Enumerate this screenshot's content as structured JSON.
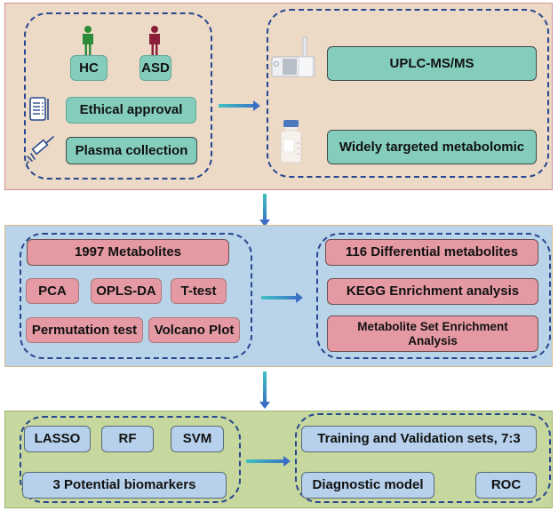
{
  "colors": {
    "stage1_bg": "#ecd9c6",
    "stage2_bg": "#b9d3e8",
    "stage3_bg": "#c6d89e",
    "teal_box": "#84cdbd",
    "pink_box": "#e59aa3",
    "blue_box": "#b7d1ec",
    "dashed_border": "#26478f",
    "hc_figure": "#2e8b3a",
    "asd_figure": "#8b1f3a",
    "arrow": "#3a78c8"
  },
  "stage1": {
    "left": {
      "groups": [
        {
          "label": "HC",
          "icon": "person-icon-green"
        },
        {
          "label": "ASD",
          "icon": "person-icon-red"
        }
      ],
      "ethical_approval": "Ethical approval",
      "plasma_collection": "Plasma collection",
      "icons": [
        "clipboard-icon",
        "syringe-icon"
      ]
    },
    "right": {
      "uplc": "UPLC-MS/MS",
      "metabolomic": "Widely targeted metabolomic",
      "icons": [
        "mass-spectrometer-icon",
        "sample-bottle-icon"
      ]
    }
  },
  "stage2": {
    "left": {
      "metabolites": "1997 Metabolites",
      "methods_row1": [
        "PCA",
        "OPLS-DA",
        "T-test"
      ],
      "methods_row2": [
        "Permutation test",
        "Volcano Plot"
      ]
    },
    "right": {
      "differential": "116 Differential metabolites",
      "kegg": "KEGG Enrichment analysis",
      "msea": "Metabolite Set Enrichment Analysis"
    }
  },
  "stage3": {
    "left": {
      "algorithms": [
        "LASSO",
        "RF",
        "SVM"
      ],
      "biomarkers": "3 Potential biomarkers"
    },
    "right": {
      "split": "Training and Validation sets, 7:3",
      "model": "Diagnostic model",
      "roc": "ROC"
    }
  }
}
